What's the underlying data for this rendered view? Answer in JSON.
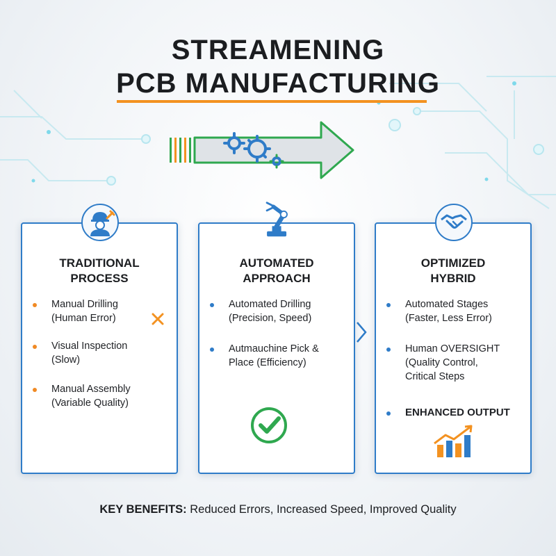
{
  "title": {
    "line1": "STREAMENING",
    "line2": "PCB MANUFACTURING"
  },
  "colors": {
    "accent_orange": "#f39221",
    "accent_blue": "#2f7cc8",
    "accent_green": "#2fa84f"
  },
  "columns": [
    {
      "icon": "worker-icon",
      "title_line1": "TRADITIONAL",
      "title_line2": "PROCESS",
      "items": [
        {
          "line1": "Manual Drilling",
          "line2": "(Human Error)"
        },
        {
          "line1": "Visual Inspection",
          "line2": "(Slow)"
        },
        {
          "line1": "Manual Assembly",
          "line2": "(Variable Quality)"
        }
      ],
      "mark": "x-mark-icon"
    },
    {
      "icon": "robot-arm-icon",
      "title_line1": "AUTOMATED",
      "title_line2": "APPROACH",
      "items": [
        {
          "line1": "Automated Drilling",
          "line2": "(Precision, Speed)"
        },
        {
          "line1": "Autmauchine Pick &",
          "line2": "Place (Efficiency)"
        }
      ],
      "mark": "checkmark-icon"
    },
    {
      "icon": "handshake-icon",
      "title_line1": "OPTIMIZED",
      "title_line2": "HYBRID",
      "items": [
        {
          "line1": "Automated Stages",
          "line2": "(Faster, Less Error)"
        },
        {
          "line1": "Human OVERSIGHT",
          "line2": "(Quality Control,",
          "line3": "Critical Steps"
        },
        {
          "line1": "ENHANCED OUTPUT"
        }
      ],
      "mark": "growth-chart-icon"
    }
  ],
  "footer": {
    "label": "KEY BENEFITS:",
    "text": " Reduced Errors, Increased Speed, Improved Quality"
  }
}
